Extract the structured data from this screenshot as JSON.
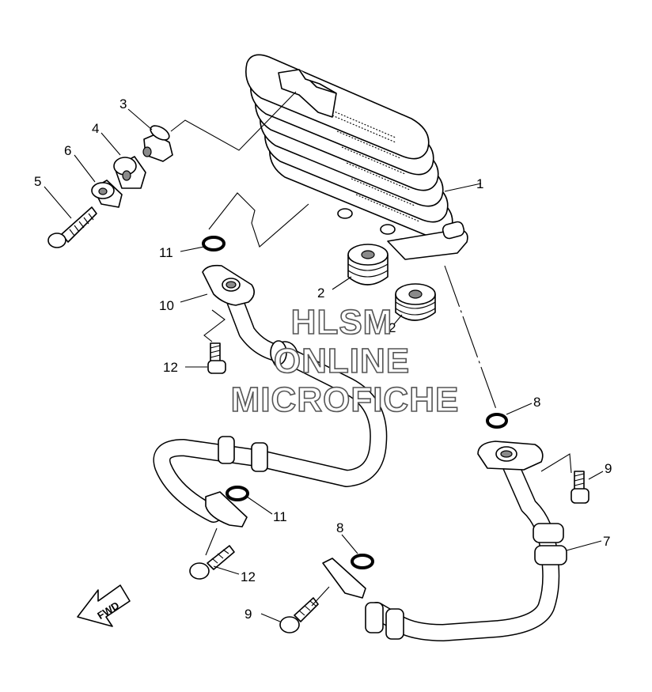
{
  "callouts": [
    "1",
    "2",
    "2",
    "3",
    "4",
    "5",
    "6",
    "7",
    "8",
    "8",
    "9",
    "9",
    "10",
    "11",
    "11",
    "12",
    "12"
  ],
  "watermark": [
    "HLSM",
    "ONLINE",
    "MICROFICHE"
  ],
  "fwd_label": "FWD"
}
